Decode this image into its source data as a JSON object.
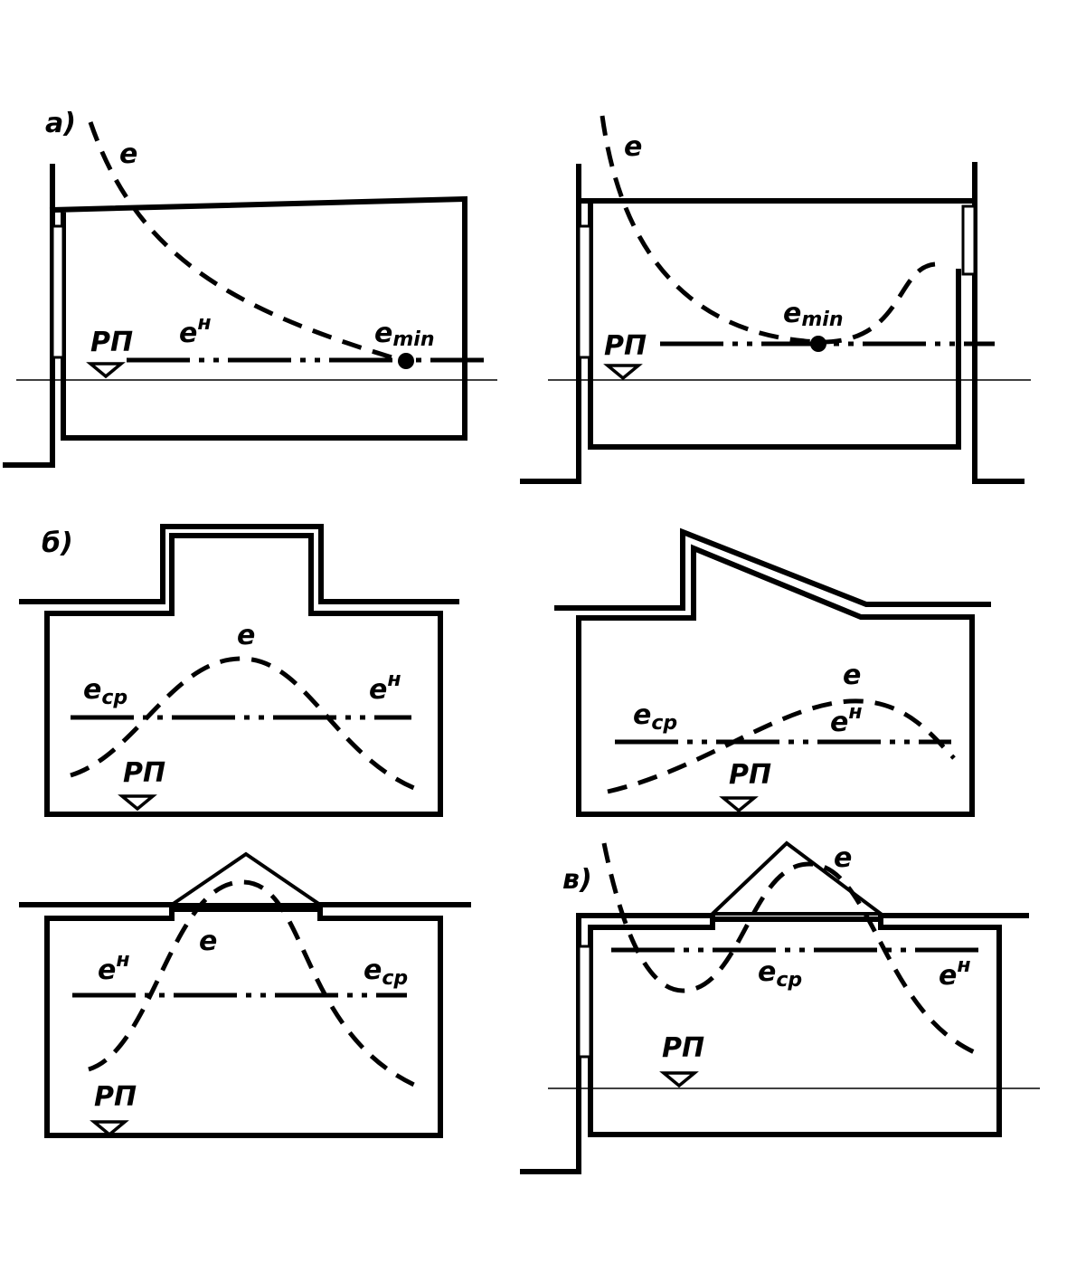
{
  "labels": {
    "part_a": "а)",
    "part_b": "б)",
    "part_v": "в)",
    "e": "е",
    "e_norm_base": "е",
    "e_norm_sup": "н",
    "e_min_base": "е",
    "e_min_sub": "min",
    "e_avg_base": "е",
    "e_avg_sub": "ср",
    "work_plane": "РП"
  }
}
